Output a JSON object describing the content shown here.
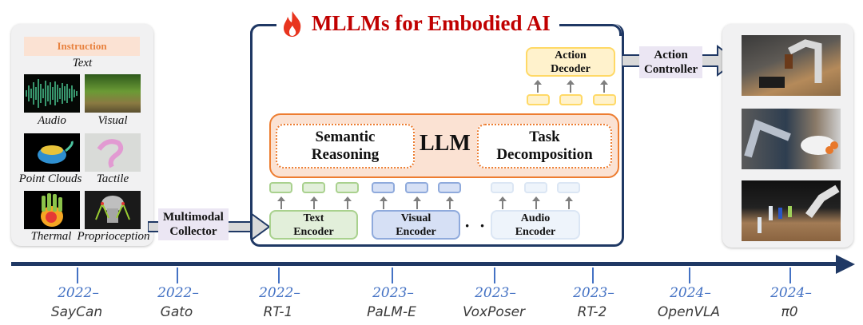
{
  "title": "MLLMs for Embodied AI",
  "input_panel": {
    "instruction_label": "Instruction",
    "modalities": [
      {
        "label": "Text"
      },
      {
        "label": "Audio"
      },
      {
        "label": "Visual"
      },
      {
        "label": "Point Clouds"
      },
      {
        "label": "Tactile"
      },
      {
        "label": "Thermal"
      },
      {
        "label": "Proprioception"
      }
    ]
  },
  "collector_label": "Multimodal\nCollector",
  "collector_lines": [
    "Multimodal",
    "Collector"
  ],
  "llm": {
    "label": "LLM",
    "left_module": [
      "Semantic",
      "Reasoning"
    ],
    "right_module": [
      "Task",
      "Decomposition"
    ]
  },
  "encoders": [
    {
      "lines": [
        "Text",
        "Encoder"
      ],
      "color": "green"
    },
    {
      "lines": [
        "Visual",
        "Encoder"
      ],
      "color": "blue"
    },
    {
      "lines": [
        "Audio",
        "Encoder"
      ],
      "color": "lightblue"
    }
  ],
  "ellipsis": "· · ·",
  "decoder": {
    "lines": [
      "Action",
      "Decoder"
    ]
  },
  "controller_lines": [
    "Action",
    "Controller"
  ],
  "output_panel": {
    "images": [
      "robot-arm-pouring-drink",
      "robot-arm-kitchen-fridge",
      "robot-arm-table-bottles"
    ]
  },
  "timeline": [
    {
      "year": "2022–",
      "name": "SayCan"
    },
    {
      "year": "2022–",
      "name": "Gato"
    },
    {
      "year": "2022–",
      "name": "RT-1"
    },
    {
      "year": "2023–",
      "name": "PaLM-E"
    },
    {
      "year": "2023–",
      "name": "VoxPoser"
    },
    {
      "year": "2023–",
      "name": "RT-2"
    },
    {
      "year": "2024–",
      "name": "OpenVLA"
    },
    {
      "year": "2024–",
      "name": "π0"
    }
  ],
  "colors": {
    "title": "#c00000",
    "frame": "#1f3864",
    "llm_fill": "#fbe2d3",
    "llm_border": "#ed7d31",
    "timeline_year": "#4472c4"
  }
}
